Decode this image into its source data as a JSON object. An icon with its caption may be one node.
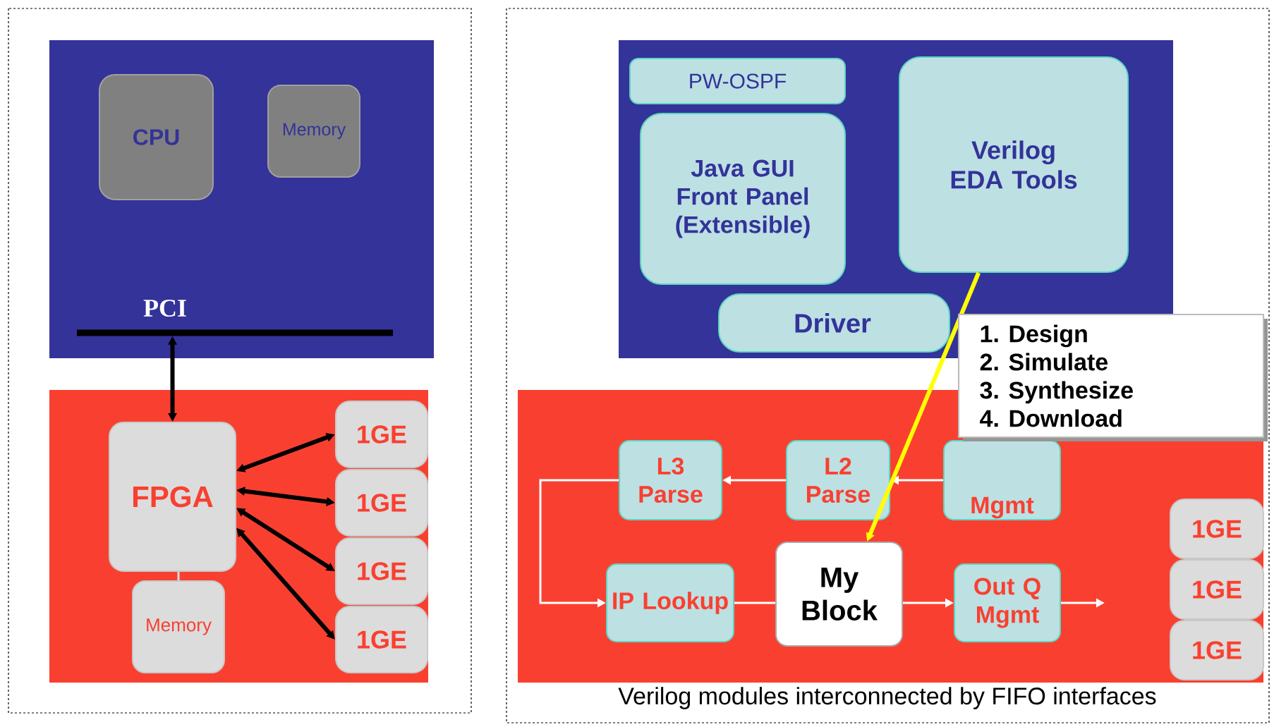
{
  "diagram": {
    "caption": "Verilog modules interconnected by FIFO interfaces",
    "nodes": [
      {
        "text": [],
        "shape": "box"
      },
      {
        "text": [
          "CPU"
        ],
        "in": 0
      },
      {
        "text": [
          "Memory"
        ],
        "in": 0
      },
      {
        "text": [
          "PCI"
        ],
        "in": 0
      },
      {
        "text": [],
        "shape": "box"
      },
      {
        "text": [
          "FPGA"
        ],
        "in": 4
      },
      {
        "text": [
          "Memory"
        ],
        "in": 4
      },
      {
        "text": [
          "1GE"
        ],
        "in": 4
      },
      {
        "text": [
          "1GE"
        ],
        "in": 4
      },
      {
        "text": [
          "1GE"
        ],
        "in": 4
      },
      {
        "text": [
          "1GE"
        ],
        "in": 4
      },
      {
        "text": [],
        "shape": "box"
      },
      {
        "text": [
          "PW-OSPF"
        ],
        "in": 11
      },
      {
        "text": [
          "Java GUI Front Panel (Extensible)"
        ],
        "in": 11
      },
      {
        "text": [
          "Verilog EDA Tools"
        ],
        "in": 11
      },
      {
        "text": [
          "Driver"
        ],
        "in": 11
      },
      {
        "text": [],
        "shape": "box"
      },
      {
        "text": [
          "L3 Parse"
        ],
        "in": 16
      },
      {
        "text": [
          "L2 Parse"
        ],
        "in": 16
      },
      {
        "text": [
          "Mgmt"
        ],
        "in": 16
      },
      {
        "text": [
          "IP Lookup"
        ],
        "in": 16
      },
      {
        "text": [
          "My Block"
        ],
        "in": 16
      },
      {
        "text": [
          "Out Q Mgmt"
        ],
        "in": 16
      },
      {
        "text": [
          "1GE"
        ],
        "in": 16
      },
      {
        "text": [
          "1GE"
        ],
        "in": 16
      },
      {
        "text": [
          "1GE"
        ],
        "in": 16
      },
      {
        "text": [
          "1. Design",
          "2. Simulate",
          "3. Synthesize",
          "4. Download"
        ]
      }
    ],
    "edges": [
      {
        "from": 3,
        "to": 5,
        "arrow": "both",
        "style": "thick",
        "color": "#000000"
      },
      {
        "from": 5,
        "to": 7,
        "arrow": "both",
        "style": "thick",
        "color": "#000000"
      },
      {
        "from": 5,
        "to": 8,
        "arrow": "both",
        "style": "thick",
        "color": "#000000"
      },
      {
        "from": 5,
        "to": 9,
        "arrow": "both",
        "style": "thick",
        "color": "#000000"
      },
      {
        "from": 5,
        "to": 10,
        "arrow": "both",
        "style": "thick",
        "color": "#000000"
      },
      {
        "from": 5,
        "to": 6,
        "arrow": "none",
        "color": "#dcdcdc"
      },
      {
        "from": 19,
        "to": 18,
        "arrow": "to"
      },
      {
        "from": 18,
        "to": 17,
        "arrow": "to"
      },
      {
        "from": 17,
        "to": 20,
        "arrow": "to"
      },
      {
        "from": 20,
        "to": 21,
        "arrow": "none"
      },
      {
        "from": 21,
        "to": 22,
        "arrow": "to"
      },
      {
        "from": 22,
        "to": null,
        "arrow": "to"
      },
      {
        "from": 14,
        "to": 21,
        "arrow": "to",
        "style": "thick",
        "color": "#ffff00"
      }
    ]
  }
}
